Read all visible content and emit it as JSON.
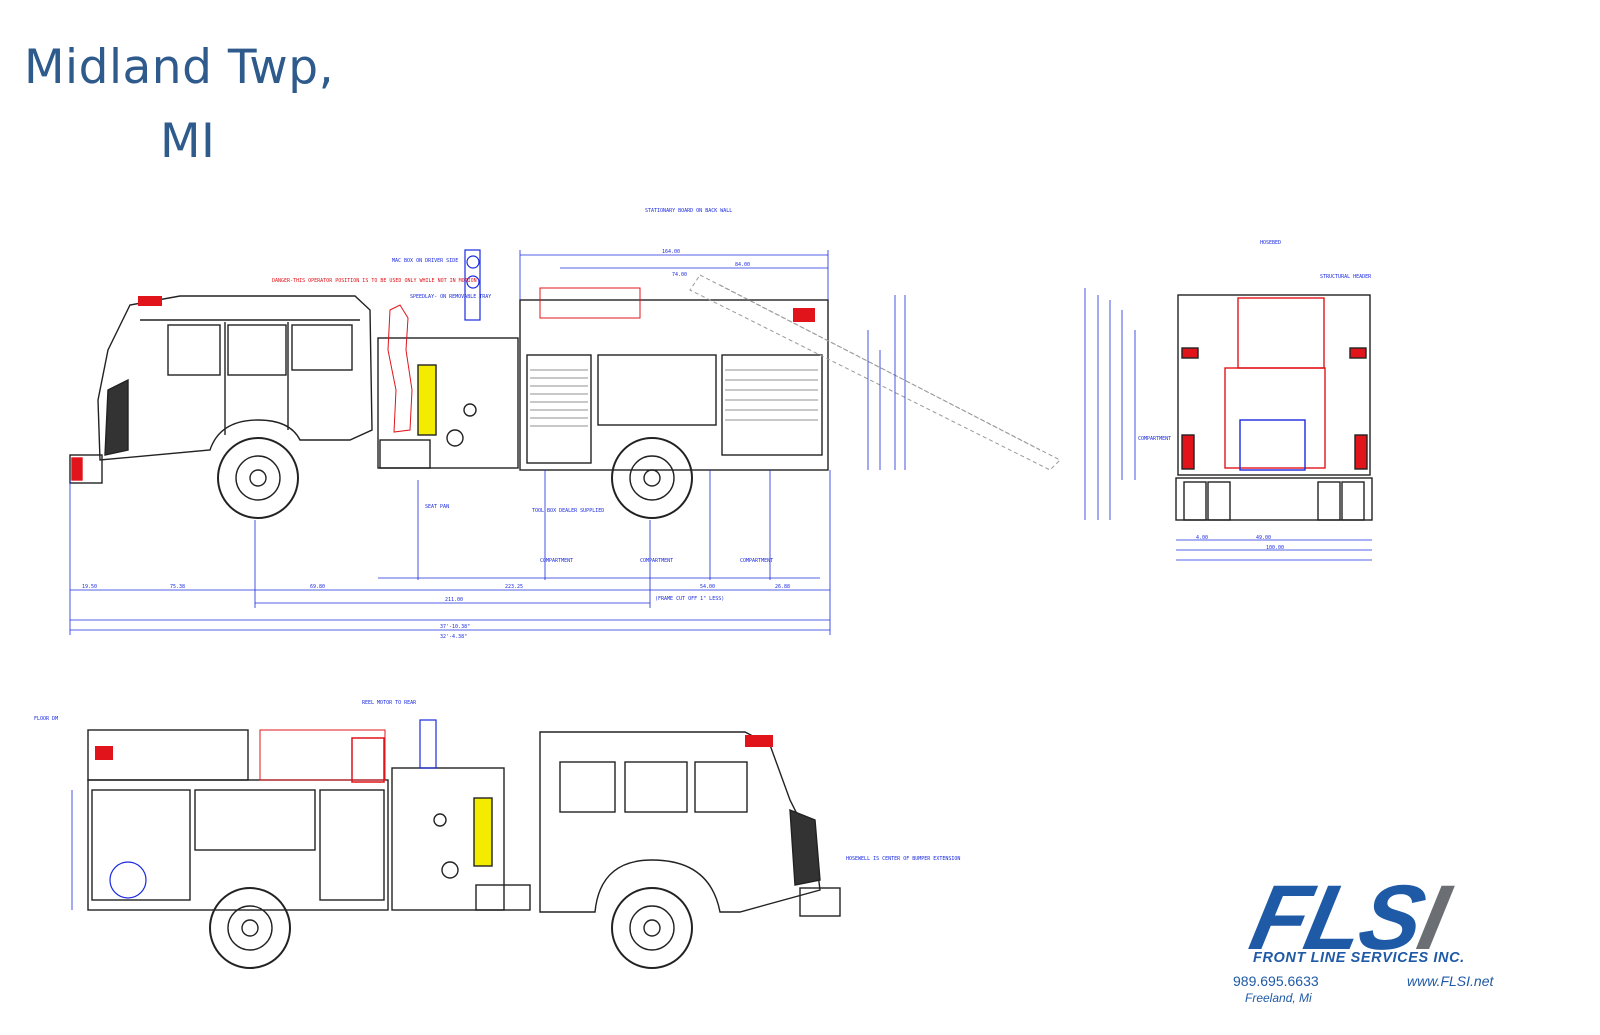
{
  "title": {
    "line1": "Midland Twp,",
    "line2": "MI"
  },
  "logo": {
    "word_blue": "FLS",
    "word_gray": "I",
    "company": "FRONT LINE SERVICES INC.",
    "phone": "989.695.6633",
    "website": "www.FLSI.net",
    "location": "Freeland, Mi"
  },
  "side_view_labels": {
    "stationary_board": "STATIONARY BOARD ON BACK WALL",
    "mac_box": "MAC BOX ON DRIVER SIDE",
    "danger_note": "DANGER-THIS OPERATOR POSITION IS TO BE USED ONLY WHILE NOT IN MOTION",
    "speedlay": "SPEEDLAY- ON REMOVABLE TRAY",
    "seat_pan": "SEAT PAN",
    "tool_box": "TOOL BOX DEALER SUPPLIED",
    "compartment": "COMPARTMENT",
    "frame_cut": "(FRAME CUT OFF 1\" LESS)"
  },
  "rear_view_labels": {
    "hosebed": "HOSEBED",
    "structural_header": "STRUCTURAL HEADER",
    "compartment": "COMPARTMENT"
  },
  "bottom_view_labels": {
    "floor_dm": "FLOOR DM",
    "reel_motor": "REEL MOTOR TO REAR",
    "hosewell": "HOSEWELL IS CENTER OF BUMPER EXTENSION"
  },
  "dimensions": {
    "overall_1": "37'-10.38\"",
    "overall_2": "32'-4.38\"",
    "wheelbase": "211.00",
    "d1": "19.50",
    "d2": "75.38",
    "d3": "69.80",
    "d4": "223.25",
    "d5": "54.00",
    "d6": "26.88",
    "d7": "164.00",
    "d8": "84.00",
    "d9": "74.00",
    "rear_w1": "49.00",
    "rear_w2": "100.00",
    "rear_d1": "4.00"
  },
  "colors": {
    "title": "#2e5a8c",
    "dim_blue": "#1b2be0",
    "red": "#e0141a",
    "yellow": "#f3ec00",
    "logo_blue": "#1f5aa6",
    "logo_gray": "#6b6f73"
  }
}
